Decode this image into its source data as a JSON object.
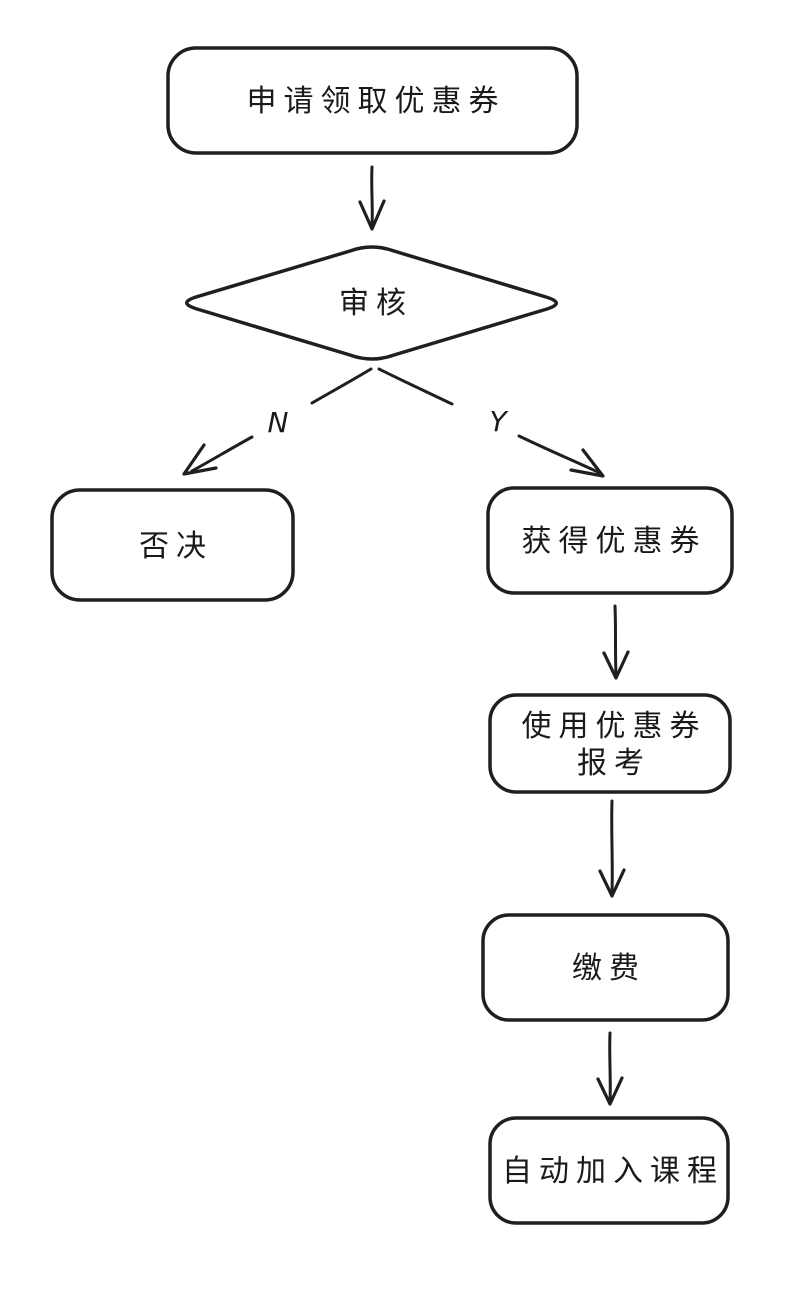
{
  "diagram": {
    "type": "flowchart",
    "style": "hand-drawn",
    "colors": {
      "background": "#ffffff",
      "stroke": "#1f1f1f",
      "text": "#1a1a1a",
      "node_fill": "#ffffff"
    },
    "nodes": {
      "apply": {
        "label": "申请领取优惠券",
        "shape": "rounded-rectangle"
      },
      "review": {
        "label": "审核",
        "shape": "diamond"
      },
      "reject": {
        "label": "否决",
        "shape": "rounded-rectangle"
      },
      "obtain": {
        "label": "获得优惠券",
        "shape": "rounded-rectangle"
      },
      "use": {
        "line1": "使用优惠券",
        "line2": "报考",
        "shape": "rounded-rectangle"
      },
      "pay": {
        "label": "缴费",
        "shape": "rounded-rectangle"
      },
      "join": {
        "label": "自动加入课程",
        "shape": "rounded-rectangle"
      }
    },
    "branches": {
      "no": {
        "label": "N"
      },
      "yes": {
        "label": "Y"
      }
    }
  }
}
